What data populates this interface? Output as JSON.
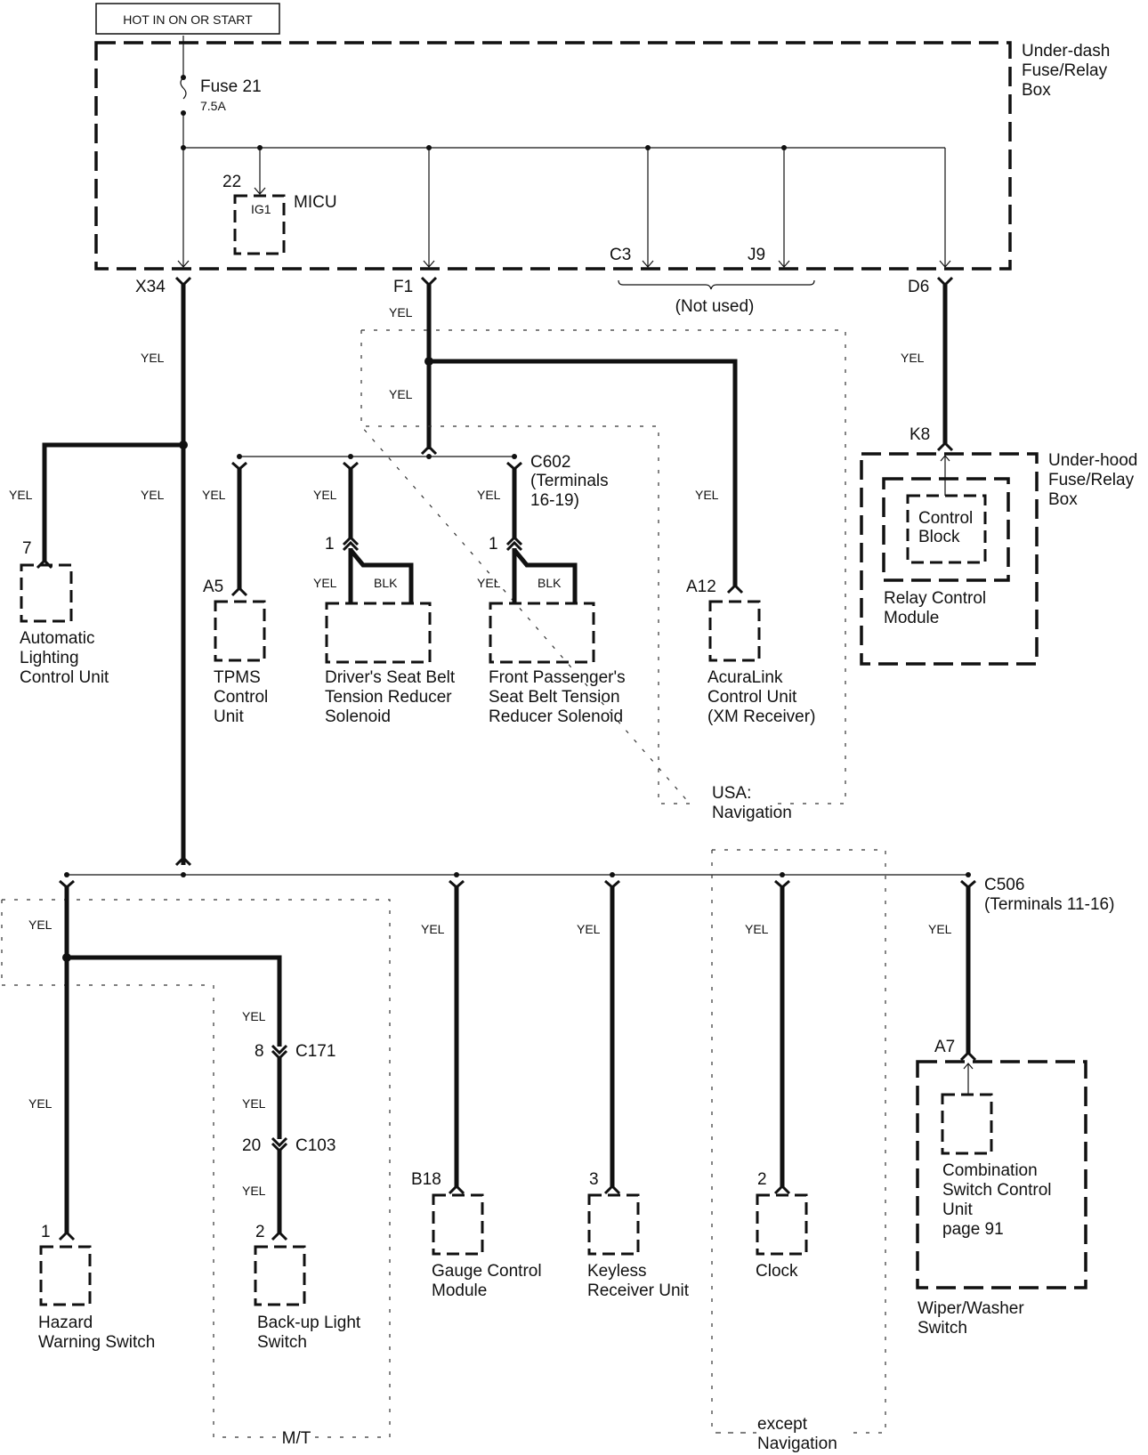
{
  "header": {
    "title": "HOT IN ON OR START"
  },
  "fuse": {
    "name": "Fuse 21",
    "rating": "7.5A"
  },
  "under_dash_box": {
    "label_lines": [
      "Under-dash",
      "Fuse/Relay",
      "Box"
    ]
  },
  "micu": {
    "pin": "22",
    "terminal": "IG1",
    "name": "MICU"
  },
  "box_outputs": {
    "x34": "X34",
    "f1": "F1",
    "c3": "C3",
    "j9": "J9",
    "not_used": "(Not used)",
    "d6": "D6"
  },
  "wire_color": "YEL",
  "wire_color_ground": "BLK",
  "c602": {
    "name": "C602",
    "terms_line1": "(Terminals",
    "terms_line2": "16-19)"
  },
  "c506": {
    "name": "C506",
    "terms": "(Terminals 11-16)"
  },
  "c171": {
    "pin": "8",
    "name": "C171"
  },
  "c103": {
    "pin": "20",
    "name": "C103"
  },
  "components": {
    "auto_lighting": {
      "pin": "7",
      "lines": [
        "Automatic",
        "Lighting",
        "Control Unit"
      ]
    },
    "tpms": {
      "pin": "A5",
      "lines": [
        "TPMS",
        "Control",
        "Unit"
      ]
    },
    "driver_seatbelt": {
      "pin": "1",
      "lines": [
        "Driver's Seat Belt",
        "Tension Reducer",
        "Solenoid"
      ]
    },
    "passenger_seatbelt": {
      "pin": "1",
      "lines": [
        "Front Passenger's",
        "Seat Belt Tension",
        "Reducer Solenoid"
      ]
    },
    "acuralink": {
      "pin": "A12",
      "lines": [
        "AcuraLink",
        "Control Unit",
        "(XM Receiver)"
      ]
    },
    "under_hood_box": {
      "pin": "K8",
      "lines": [
        "Under-hood",
        "Fuse/Relay",
        "Box"
      ]
    },
    "relay_control": {
      "lines": [
        "Relay Control",
        "Module"
      ]
    },
    "control_block": {
      "lines": [
        "Control",
        "Block"
      ]
    },
    "hazard": {
      "pin": "1",
      "lines": [
        "Hazard",
        "Warning Switch"
      ]
    },
    "backup_light": {
      "pin": "2",
      "lines": [
        "Back-up Light",
        "Switch"
      ]
    },
    "gauge": {
      "pin": "B18",
      "lines": [
        "Gauge Control",
        "Module"
      ]
    },
    "keyless": {
      "pin": "3",
      "lines": [
        "Keyless",
        "Receiver Unit"
      ]
    },
    "clock": {
      "pin": "2",
      "lines": [
        "Clock"
      ]
    },
    "combo_switch": {
      "pin": "A7",
      "lines": [
        "Combination",
        "Switch Control",
        "Unit",
        "page 91"
      ]
    },
    "wiper_washer": {
      "lines": [
        "Wiper/Washer",
        "Switch"
      ]
    }
  },
  "option_zones": {
    "usa_nav": [
      "USA:",
      "Navigation"
    ],
    "mt": "M/T",
    "except_nav": [
      "except",
      "Navigation"
    ]
  }
}
